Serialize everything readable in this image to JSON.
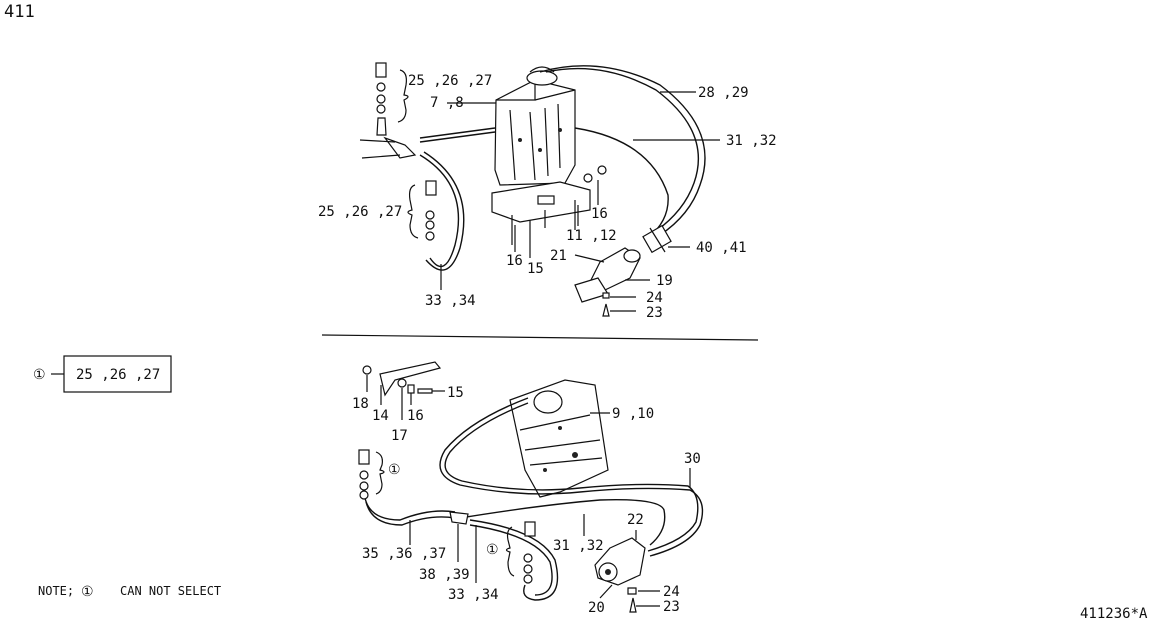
{
  "page": {
    "number": "411",
    "reference": "411236*A"
  },
  "note": {
    "prefix": "NOTE;",
    "symbol": "①",
    "text": "CAN NOT SELECT"
  },
  "legend_box": {
    "symbol": "①",
    "text": "25 ,26 ,27"
  },
  "upper_callouts": {
    "nozzle_set": "25 ,26 ,27",
    "tank": "7 ,8",
    "hose_right": "28 ,29",
    "hose_mid": "31 ,32",
    "nozzle_set_left": "25 ,26 ,27",
    "washer_a": "16",
    "bracket": "11 ,12",
    "washer_b": "16",
    "bolt": "15",
    "check_valve": "40 ,41",
    "pump_bracket": "21",
    "pump": "19",
    "grommet": "24",
    "clip": "23",
    "hose_low": "33 ,34"
  },
  "lower_callouts": {
    "tank": "9 ,10",
    "bracket_bolt": "15",
    "clip_a": "18",
    "bracket": "14",
    "washer": "16",
    "nut": "17",
    "nozzle_symbol": "①",
    "hose_main": "30",
    "pump_bracket": "22",
    "hose_left": "35 ,36 ,37",
    "joint": "38 ,39",
    "hose_mid": "31 ,32",
    "nozzle_symbol_b": "①",
    "hose_low": "33 ,34",
    "grommet": "24",
    "clip": "23",
    "pump": "20"
  }
}
